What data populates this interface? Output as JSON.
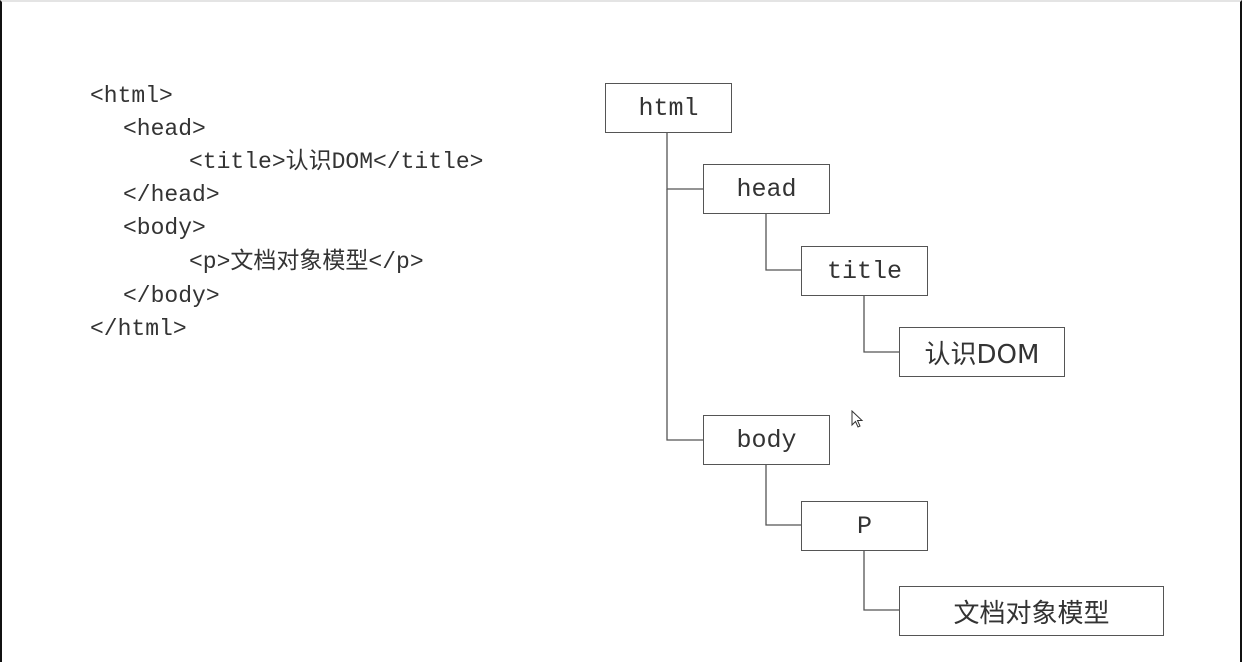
{
  "code": {
    "lines": [
      "<html>",
      "<head>",
      "<title>认识DOM</title>",
      "</head>",
      "<body>",
      "<p>文档对象模型</p>",
      "</body>",
      "</html>"
    ]
  },
  "tree": {
    "nodes": {
      "html": "html",
      "head": "head",
      "title": "title",
      "title_text": "认识DOM",
      "body": "body",
      "p": "P",
      "p_text": "文档对象模型"
    }
  },
  "colors": {
    "line": "#555555",
    "text": "#333333",
    "background": "#ffffff"
  },
  "icons": {
    "cursor": "mouse-pointer-icon"
  }
}
